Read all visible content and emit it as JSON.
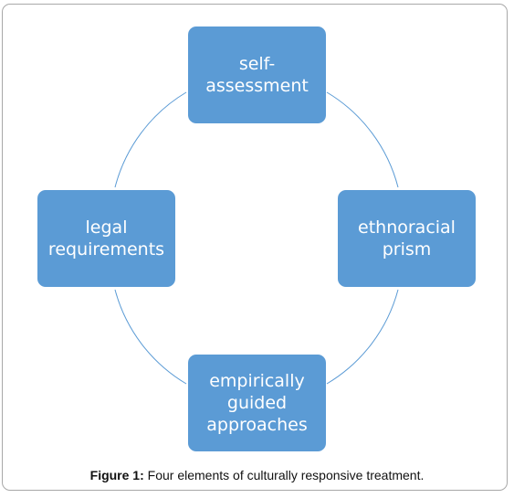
{
  "diagram": {
    "nodes": [
      {
        "id": "top",
        "label": "self-\nassessment"
      },
      {
        "id": "right",
        "label": "ethnoracial\nprism"
      },
      {
        "id": "bottom",
        "label": "empirically\nguided\napproaches"
      },
      {
        "id": "left",
        "label": "legal\nrequirements"
      }
    ],
    "node_color": "#5b9bd5",
    "node_text_color": "#ffffff",
    "connector_color": "#5b9bd5"
  },
  "caption": {
    "label": "Figure 1:",
    "text": " Four elements of culturally responsive treatment."
  }
}
